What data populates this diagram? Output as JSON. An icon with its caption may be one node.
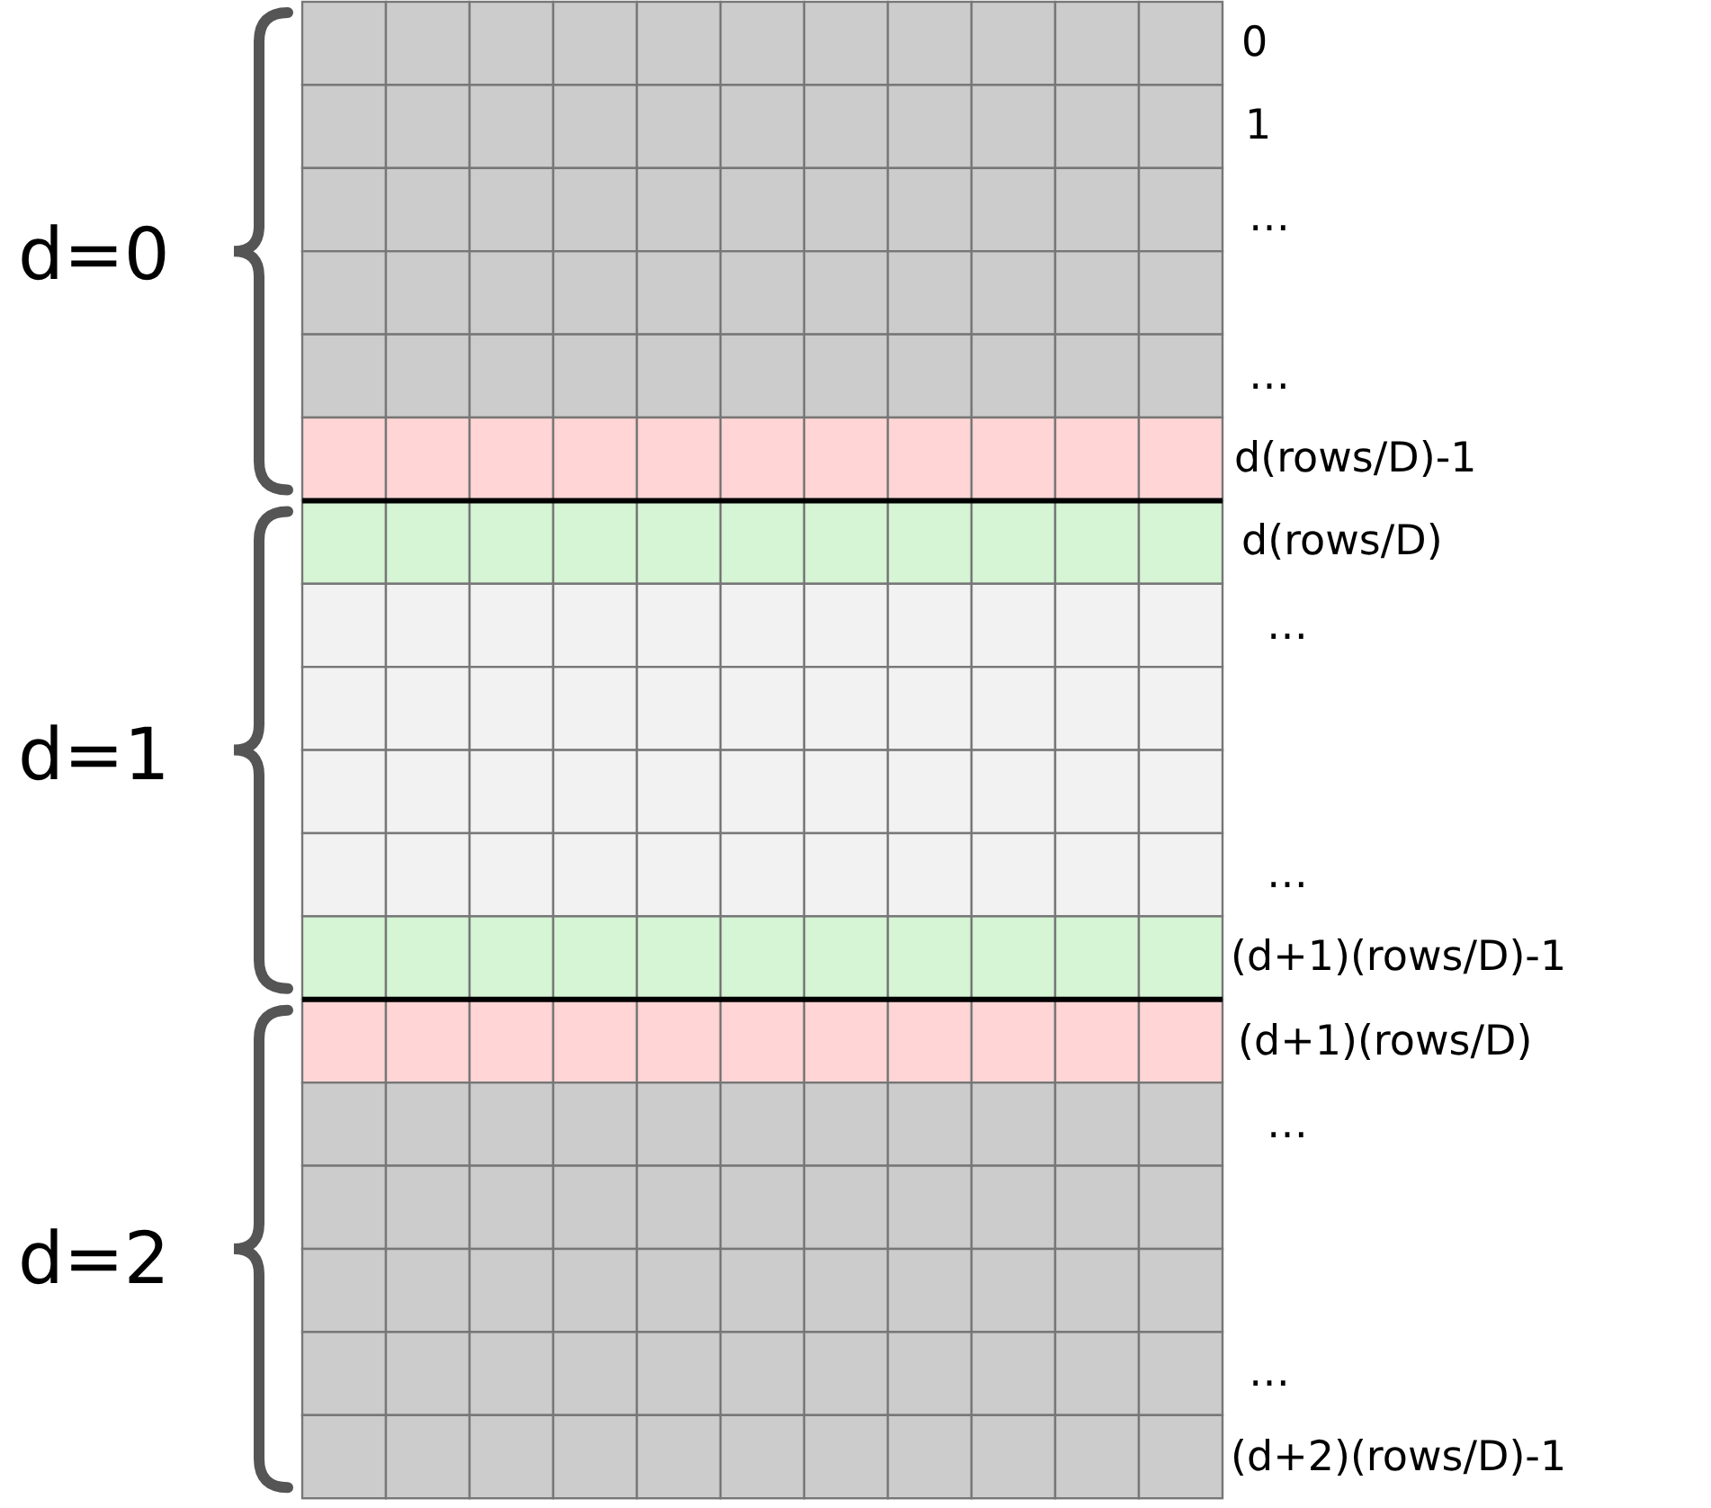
{
  "diagram": {
    "labels": [
      "0",
      "1",
      "…",
      "d=0",
      "…",
      "d(rows/D)-1",
      "d(rows/D)",
      "…",
      "d=1",
      "…",
      "(d+1)(rows/D)-1",
      "(d+1)(rows/D)",
      "…",
      "d=2",
      "…",
      "(d+2)(rows/D)-1"
    ]
  }
}
